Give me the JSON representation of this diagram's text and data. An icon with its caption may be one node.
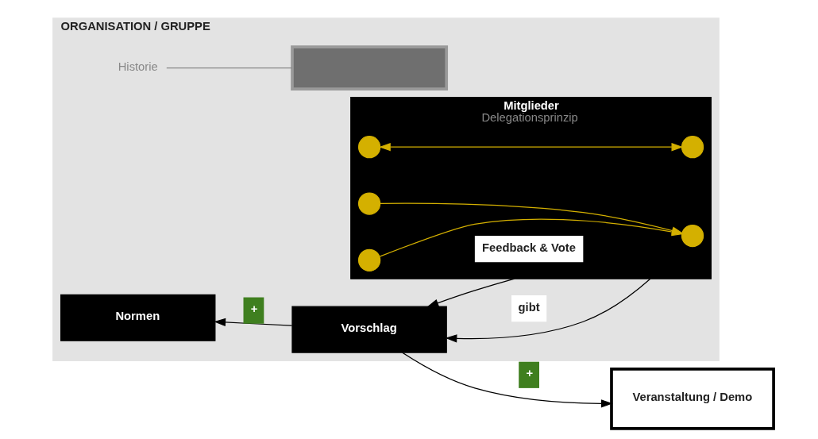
{
  "diagram": {
    "nodes": [
      {
        "text": [
          "ORGANISATION / GRUPPE"
        ]
      },
      {
        "text": [
          "Historie"
        ],
        "in": 0
      },
      {
        "text": [],
        "shape": "box",
        "in": 0
      },
      {
        "text": [
          "Normen"
        ],
        "in": 0
      },
      {
        "text": [
          "Vorschlag"
        ],
        "in": 0
      },
      {
        "text": [
          "Mitglieder",
          "Delegationsprinzip"
        ],
        "in": 0
      },
      {
        "text": [],
        "shape": "circle",
        "in": 5
      },
      {
        "text": [],
        "shape": "circle",
        "in": 5
      },
      {
        "text": [],
        "shape": "circle",
        "in": 5
      },
      {
        "text": [],
        "shape": "circle",
        "in": 5
      },
      {
        "text": [],
        "shape": "circle",
        "in": 5
      },
      {
        "text": [
          "Veranstaltung / Demo"
        ]
      }
    ],
    "edges": [
      {
        "from": 4,
        "to": 3,
        "arrow": "to",
        "label": "+"
      },
      {
        "from": 5,
        "to": 4,
        "arrow": "to",
        "label": "gibt"
      },
      {
        "from": 5,
        "to": 4,
        "arrow": "to",
        "label": "Feedback & Vote"
      },
      {
        "from": 4,
        "to": 11,
        "arrow": "to",
        "label": "+"
      },
      {
        "from": 1,
        "to": 2,
        "arrow": "none",
        "color": "#888888"
      },
      {
        "from": 6,
        "to": 7,
        "arrow": "both",
        "color": "#d4b000"
      },
      {
        "from": 8,
        "to": 9,
        "arrow": "to",
        "color": "#d4b000"
      },
      {
        "from": 10,
        "to": 9,
        "arrow": "to",
        "color": "#d4b000"
      }
    ]
  }
}
